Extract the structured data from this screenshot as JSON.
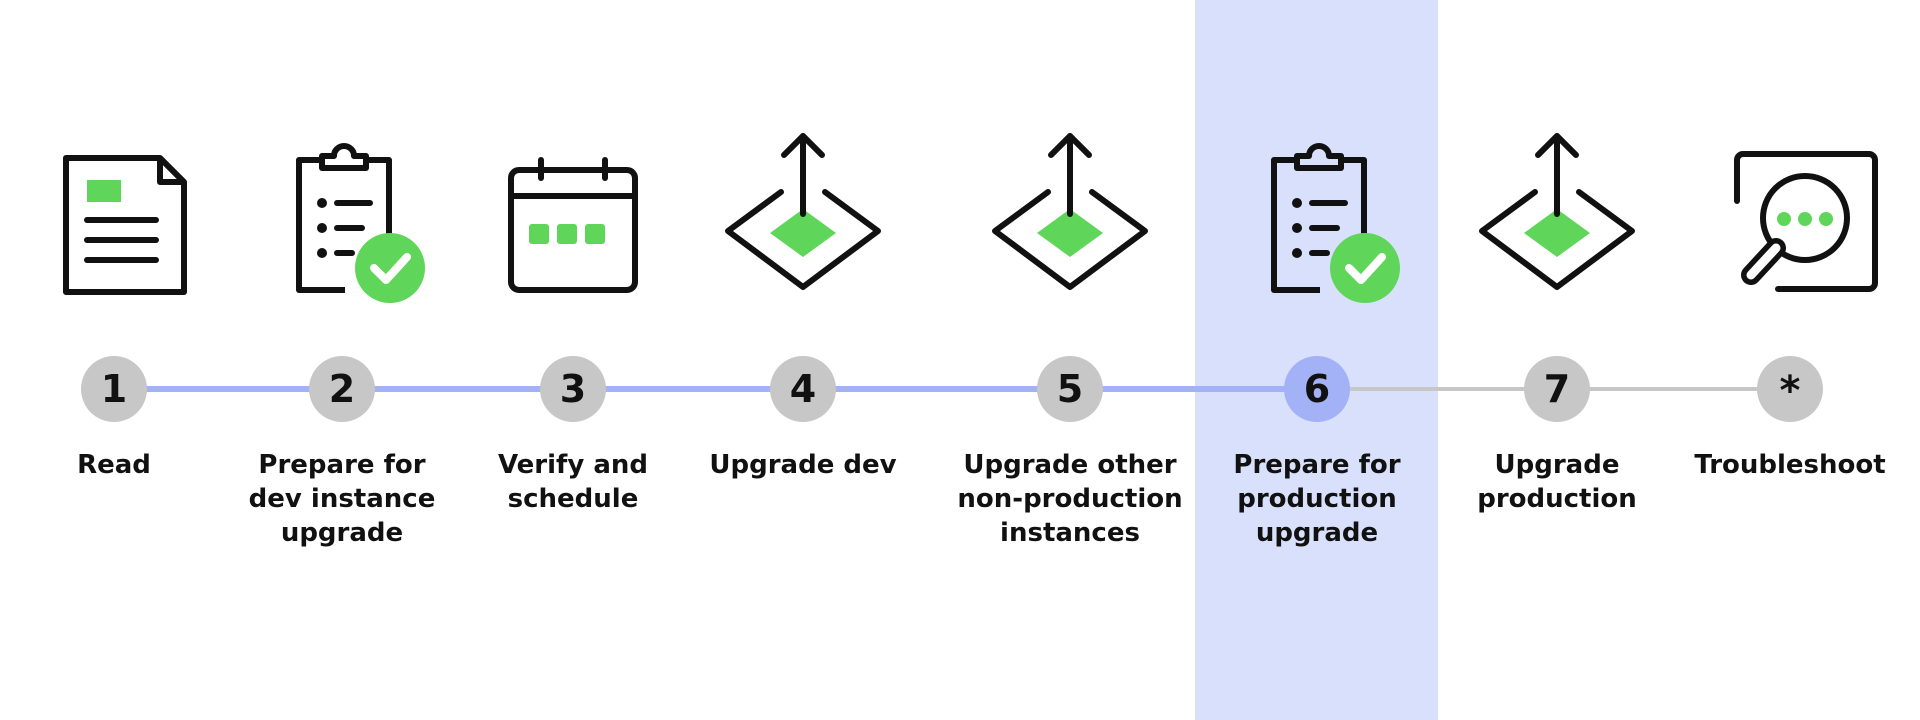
{
  "colors": {
    "band": "#d8e0fc",
    "track_done": "#a3b1f7",
    "track_todo": "#c7c7c7",
    "circle_default": "#c7c7c7",
    "circle_current": "#a3b1f7",
    "accent_green": "#5fd65a",
    "ink": "#111111"
  },
  "current_step": 6,
  "steps": [
    {
      "number": "1",
      "label": "Read",
      "icon": "document-icon"
    },
    {
      "number": "2",
      "label": "Prepare for\ndev instance\nupgrade",
      "icon": "clipboard-check-icon"
    },
    {
      "number": "3",
      "label": "Verify and\nschedule",
      "icon": "calendar-icon"
    },
    {
      "number": "4",
      "label": "Upgrade dev",
      "icon": "upgrade-diamond-icon"
    },
    {
      "number": "5",
      "label": "Upgrade other\nnon-production\ninstances",
      "icon": "upgrade-diamond-icon"
    },
    {
      "number": "6",
      "label": "Prepare for\nproduction\nupgrade",
      "icon": "clipboard-check-icon"
    },
    {
      "number": "7",
      "label": "Upgrade\nproduction",
      "icon": "upgrade-diamond-icon"
    },
    {
      "number": "*",
      "label": "Troubleshoot",
      "icon": "magnifier-icon"
    }
  ]
}
